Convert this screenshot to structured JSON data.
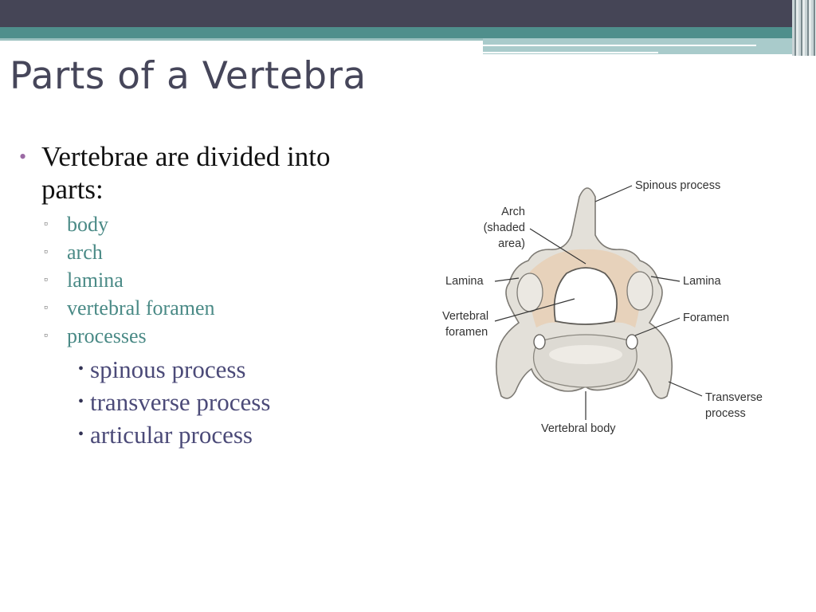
{
  "slide": {
    "title": "Parts of a Vertebra",
    "bullets": {
      "main": "Vertebrae are divided into parts:",
      "sub_items": [
        "body",
        "arch",
        "lamina",
        "vertebral foramen",
        "processes"
      ],
      "process_items": [
        "spinous process",
        "transverse process",
        "articular process"
      ]
    },
    "figure": {
      "labels": {
        "spinous_process": "Spinous process",
        "arch_line1": "Arch",
        "arch_line2": "(shaded",
        "arch_line3": "area)",
        "lamina_left": "Lamina",
        "lamina_right": "Lamina",
        "vertebral_foramen_line1": "Vertebral",
        "vertebral_foramen_line2": "foramen",
        "foramen": "Foramen",
        "transverse_line1": "Transverse",
        "transverse_line2": "process",
        "vertebral_body": "Vertebral body"
      }
    },
    "colors": {
      "header_dark": "#454556",
      "header_teal": "#4f8f8c",
      "title": "#46465a",
      "bullet_level1": "#9b6aa4",
      "text_level2": "#4a8a86",
      "text_level3": "#4b4a78",
      "bone": "#e3e0d9",
      "arch_shade": "#e8cfb5"
    }
  }
}
